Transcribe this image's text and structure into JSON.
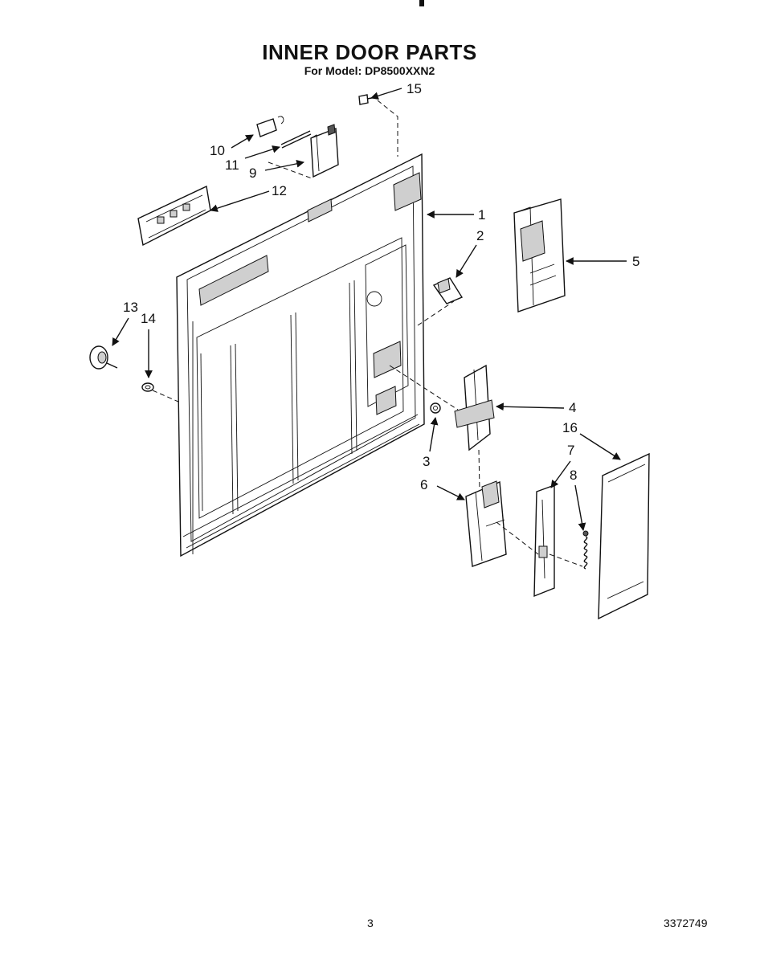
{
  "header": {
    "title": "INNER DOOR PARTS",
    "subtitle": "For Model: DP8500XXN2"
  },
  "callouts": [
    "1",
    "2",
    "3",
    "4",
    "5",
    "6",
    "7",
    "8",
    "9",
    "10",
    "11",
    "12",
    "13",
    "14",
    "15",
    "16"
  ],
  "footer": {
    "page_number": "3",
    "document_number": "3372749"
  }
}
